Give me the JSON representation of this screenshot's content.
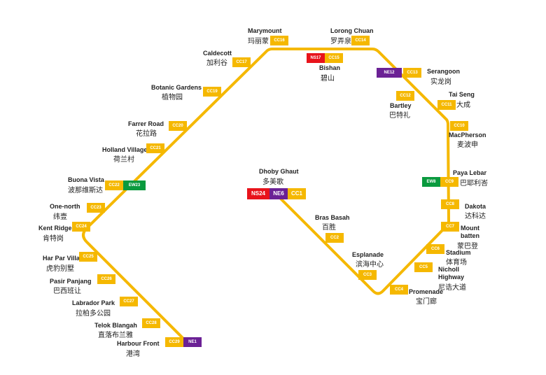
{
  "line_color": "#f5b800",
  "colors": {
    "north_south": "#e8131b",
    "north_east": "#6b2195",
    "east_west": "#0a9a3e",
    "circle": "#f5b800"
  },
  "stations": {
    "marymount": {
      "en": "Marymount",
      "zh": "玛丽蒙",
      "codes": [
        "CC16"
      ]
    },
    "lorong_chuan": {
      "en": "Lorong Chuan",
      "zh": "罗弄泉",
      "codes": [
        "CC14"
      ]
    },
    "bishan": {
      "en": "Bishan",
      "zh": "碧山",
      "codes": [
        "NS17",
        "CC15"
      ]
    },
    "caldecott": {
      "en": "Caldecott",
      "zh": "加利谷",
      "codes": [
        "CC17"
      ]
    },
    "botanic_gardens": {
      "en": "Botanic Gardens",
      "zh": "植物园",
      "codes": [
        "CC19"
      ]
    },
    "farrer_road": {
      "en": "Farrer Road",
      "zh": "花拉路",
      "codes": [
        "CC20"
      ]
    },
    "holland_village": {
      "en": "Holland Village",
      "zh": "荷兰村",
      "codes": [
        "CC21"
      ]
    },
    "buona_vista": {
      "en": "Buona Vista",
      "zh": "波那维斯达",
      "codes": [
        "CC22",
        "EW23"
      ]
    },
    "one_north": {
      "en": "One-north",
      "zh": "纬壹",
      "codes": [
        "CC23"
      ]
    },
    "kent_ridge": {
      "en": "Kent Ridge",
      "zh": "肯特岗",
      "codes": [
        "CC24"
      ]
    },
    "har_par_villa": {
      "en": "Har Par Villa",
      "zh": "虎豹别墅",
      "codes": [
        "CC25"
      ]
    },
    "pasir_panjang": {
      "en": "Pasir Panjang",
      "zh": "巴西班让",
      "codes": [
        "CC26"
      ]
    },
    "labrador_park": {
      "en": "Labrador Park",
      "zh": "拉柏多公园",
      "codes": [
        "CC27"
      ]
    },
    "telok_blangah": {
      "en": "Telok Blangah",
      "zh": "直落布兰雅",
      "codes": [
        "CC28"
      ]
    },
    "harbourfront": {
      "en": "Harbour Front",
      "zh": "港湾",
      "codes": [
        "CC29",
        "NE1"
      ]
    },
    "serangoon": {
      "en": "Serangoon",
      "zh": "实龙岗",
      "codes": [
        "NE12",
        "CC13"
      ]
    },
    "bartley": {
      "en": "Bartley",
      "zh": "巴特礼",
      "codes": [
        "CC12"
      ]
    },
    "tai_seng": {
      "en": "Tai Seng",
      "zh": "大成",
      "codes": [
        "CC11"
      ]
    },
    "macpherson": {
      "en": "MacPherson",
      "zh": "麦波申",
      "codes": [
        "CC10"
      ]
    },
    "paya_lebar": {
      "en": "Paya Lebar",
      "zh": "巴耶利峇",
      "codes": [
        "EW8",
        "CC9"
      ]
    },
    "dakota": {
      "en": "Dakota",
      "zh": "达科达",
      "codes": [
        "CC8"
      ]
    },
    "mountbatten": {
      "en1": "Mount",
      "en2": "batten",
      "zh": "蒙巴登",
      "codes": [
        "CC7"
      ]
    },
    "stadium": {
      "en": "Stadium",
      "zh": "体育场",
      "codes": [
        "CC6"
      ]
    },
    "nicoll_highway": {
      "en1": "Nicholl",
      "en2": "Highway",
      "zh": "尼诰大道",
      "codes": [
        "CC5"
      ]
    },
    "promenade": {
      "en": "Promenade",
      "zh": "宝门廊",
      "codes": [
        "CC4"
      ]
    },
    "dhoby_ghaut": {
      "en": "Dhoby Ghaut",
      "zh": "多美歌",
      "codes": [
        "NS24",
        "NE6",
        "CC1"
      ]
    },
    "bras_basah": {
      "en": "Bras Basah",
      "zh": "百胜",
      "codes": [
        "CC2"
      ]
    },
    "esplanade": {
      "en": "Esplanade",
      "zh": "滨海中心",
      "codes": [
        "CC3"
      ]
    }
  }
}
